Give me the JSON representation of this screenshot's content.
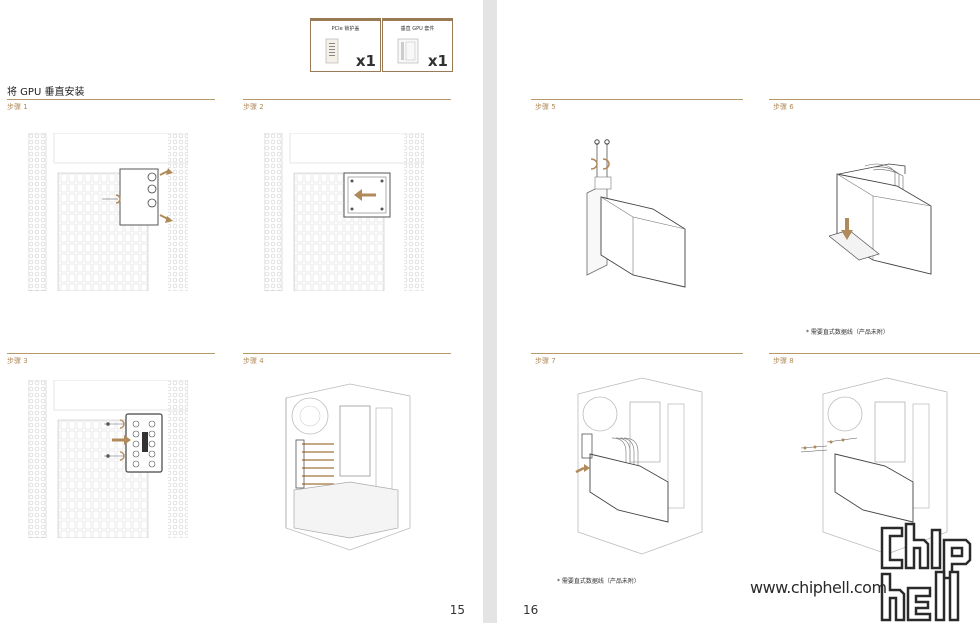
{
  "left_page": {
    "page_number": "15",
    "section_title": "将 GPU 垂直安装",
    "kits": [
      {
        "label": "PCIe 锁护盖",
        "qty": "x1"
      },
      {
        "label": "垂直 GPU 套件",
        "qty": "x1"
      }
    ],
    "steps": [
      {
        "label": "步骤 1"
      },
      {
        "label": "步骤 2"
      },
      {
        "label": "步骤 3"
      },
      {
        "label": "步骤 4"
      }
    ]
  },
  "right_page": {
    "page_number": "16",
    "steps": [
      {
        "label": "步骤 5"
      },
      {
        "label": "步骤 6"
      },
      {
        "label": "步骤 7"
      },
      {
        "label": "步骤 8"
      }
    ],
    "notes": {
      "step6": "* 需要直式数据线（产品未附）",
      "step7": "* 需要直式数据线（产品未附）"
    }
  },
  "watermark": {
    "url": "www.chiphell.com",
    "logo_text": "chip hell"
  },
  "colors": {
    "accent": "#b08a5a",
    "rule": "#b89866",
    "divider": "#e4e4e4"
  }
}
